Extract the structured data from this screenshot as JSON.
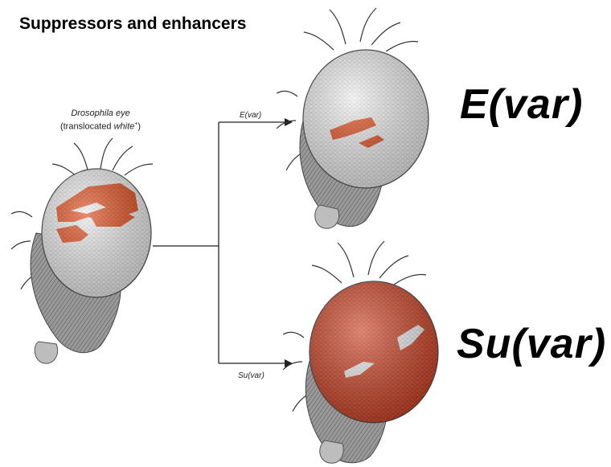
{
  "title": "Suppressors and enhancers",
  "source_eye": {
    "caption_line1": "Drosophila eye",
    "caption_line2_prefix": "(translocated ",
    "caption_line2_gene": "white",
    "caption_line2_sup": "+",
    "caption_line2_suffix": ")"
  },
  "branches": {
    "enhancer_label": "E(var)",
    "suppressor_label": "Su(var)"
  },
  "result_labels": {
    "enhancer": "E(var)",
    "suppressor": "Su(var)"
  },
  "colors": {
    "pigment": "#e2471f",
    "pigment_dark": "#c63a18",
    "eye_white": "#f1f1f1",
    "eye_red": "#d34a2c",
    "head_gray": "#8a8a8a",
    "line": "#222222"
  }
}
